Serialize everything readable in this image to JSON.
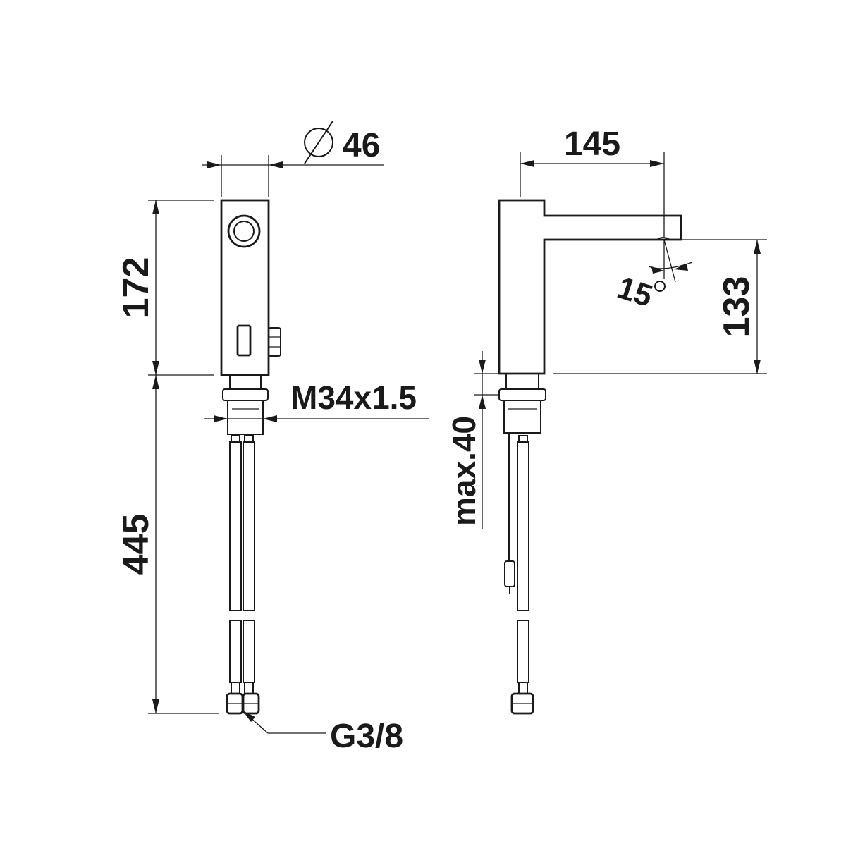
{
  "front_view": {
    "diameter_label": "46",
    "height_label": "172",
    "thread_label": "M34x1.5",
    "hose_length_label": "445",
    "connection_label": "G3/8"
  },
  "side_view": {
    "reach_label": "145",
    "spout_height_label": "133",
    "angle_label": "15",
    "deck_thickness_label": "max.40"
  }
}
